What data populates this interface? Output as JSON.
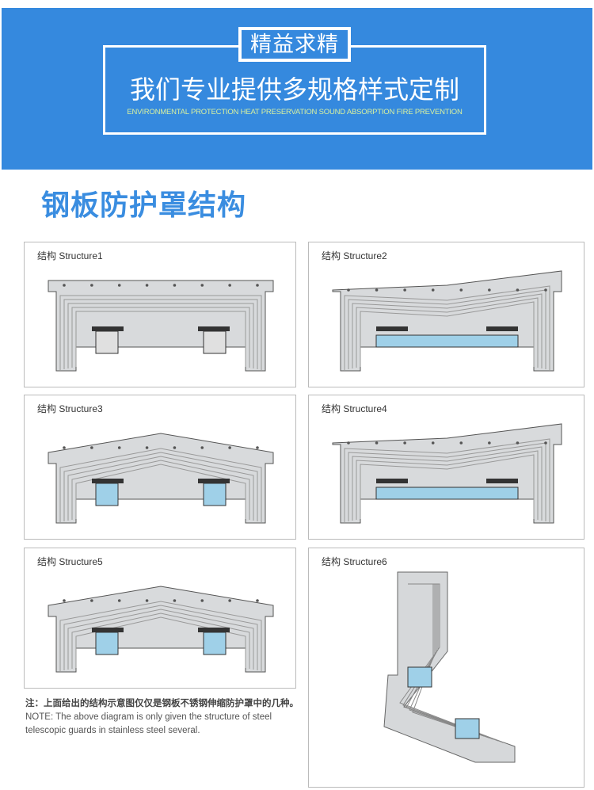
{
  "banner": {
    "badge": "精益求精",
    "headline": "我们专业提供多规格样式定制",
    "subline": "ENVIRONMENTAL PROTECTION HEAT PRESERVATION SOUND ABSORPTION FIRE PREVENTION"
  },
  "section_title": "钢板防护罩结构",
  "structures": [
    {
      "label": "结构 Structure1"
    },
    {
      "label": "结构 Structure2"
    },
    {
      "label": "结构 Structure3"
    },
    {
      "label": "结构 Structure4"
    },
    {
      "label": "结构 Structure5"
    },
    {
      "label": "结构 Structure6"
    }
  ],
  "note": {
    "cn": "注：上面给出的结构示意图仅仅是钢板不锈钢伸缩防护罩中的几种。",
    "en": "NOTE: The above diagram is only given the structure of steel telescopic guards in stainless steel several."
  }
}
